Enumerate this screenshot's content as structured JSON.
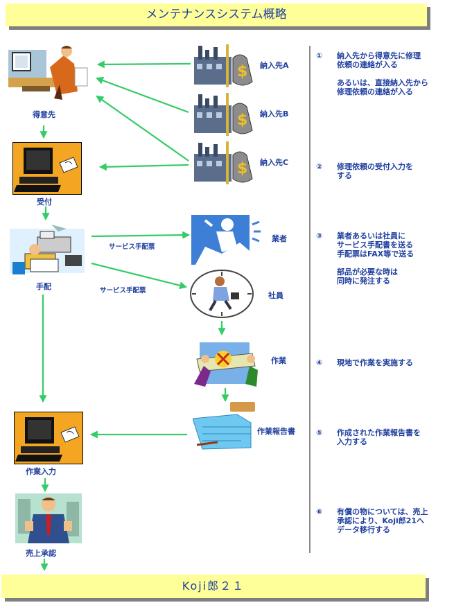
{
  "title": "メンテナンスシステム概略",
  "footer": "Koji郎２１",
  "nodes": {
    "customer": "得意先",
    "reception": "受付",
    "arrangement": "手配",
    "supplier_a": "納入先A",
    "supplier_b": "納入先B",
    "supplier_c": "納入先C",
    "contractor": "業者",
    "employee": "社員",
    "work": "作業",
    "work_report": "作業報告書",
    "work_input": "作業入力",
    "sales_approval": "売上承認"
  },
  "edge_labels": {
    "to_contractor": "サービス手配票",
    "to_employee": "サービス手配票"
  },
  "steps": [
    {
      "num": "①",
      "text": "納入先から得意先に修理\n依頼の連絡が入る\n\nあるいは、直接納入先から\n修理依頼の連絡が入る"
    },
    {
      "num": "②",
      "text": "修理依頼の受付入力を\nする"
    },
    {
      "num": "③",
      "text": "業者あるいは社員に\nサービス手配書を送る\n手配票はFAX等で送る\n\n部品が必要な時は\n同時に発注する"
    },
    {
      "num": "④",
      "text": "現地で作業を実施する"
    },
    {
      "num": "⑤",
      "text": "作成された作業報告書を\n入力する"
    },
    {
      "num": "⑥",
      "text": "有償の物については、売上\n承認により、Koji郎21へ\nデータ移行する"
    }
  ],
  "colors": {
    "banner_bg": "#ffff99",
    "text": "#1f3f9e",
    "arrow": "#33cc66",
    "divider": "#8a8a8a"
  },
  "icons": {
    "customer": "businesswoman-at-desk-icon",
    "reception": "computer-monitor-icon",
    "arrangement": "fax-office-icon",
    "supplier": "factory-money-bag-icon",
    "contractor": "worker-silhouette-icon",
    "employee": "clock-businessman-icon",
    "work": "workers-carrying-machine-icon",
    "work_report": "report-folder-icon",
    "work_input": "computer-monitor-icon",
    "sales_approval": "businessman-approval-icon"
  }
}
